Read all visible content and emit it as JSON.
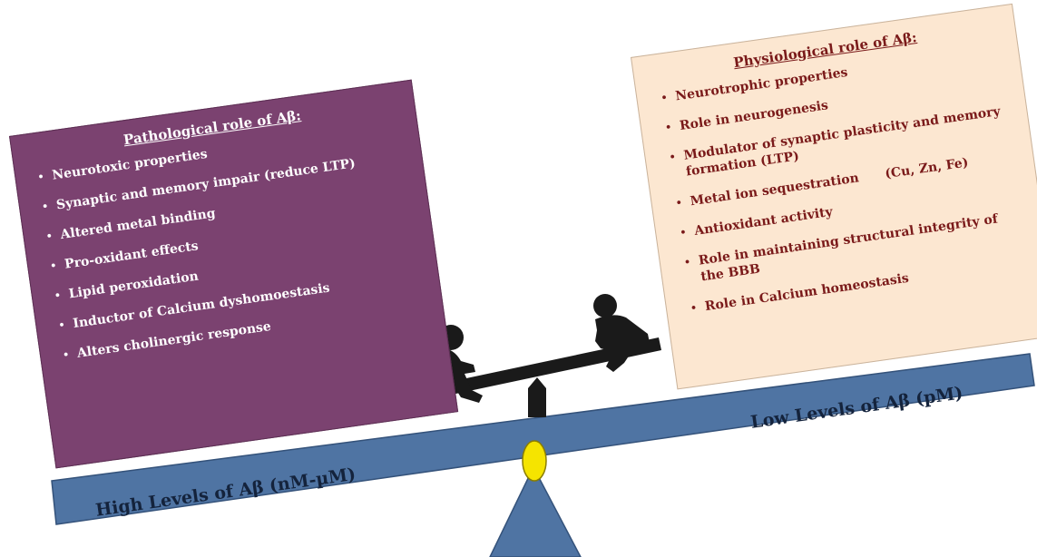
{
  "pathological": {
    "title": "Pathological role of Aβ:",
    "items": [
      "Neurotoxic properties",
      "Synaptic and memory impair (reduce LTP)",
      "Altered metal binding",
      "Pro-oxidant effects",
      "Lipid peroxidation",
      "Inductor of Calcium dyshomoestasis",
      "Alters cholinergic response"
    ]
  },
  "physiological": {
    "title": "Physiological role of Aβ:",
    "items": [
      "Neurotrophic  properties",
      "Role in neurogenesis",
      "Modulator of synaptic plasticity and memory formation (LTP)",
      "Metal ion sequestration      (Cu, Zn, Fe)",
      "Antioxidant activity",
      "Role in maintaining structural integrity of the BBB",
      "Role in Calcium homeostasis"
    ]
  },
  "scale": {
    "high_label": "High Levels of Aβ (nM-µM)",
    "low_label": "Low Levels of Aβ (pM)"
  },
  "colors": {
    "pathological_bg": "#7b4270",
    "physiological_bg": "#fce7d1",
    "physiological_text": "#7a1a1a",
    "beam": "#4f74a3",
    "pivot": "#f5e400",
    "seesaw": "#1a1a1a"
  }
}
